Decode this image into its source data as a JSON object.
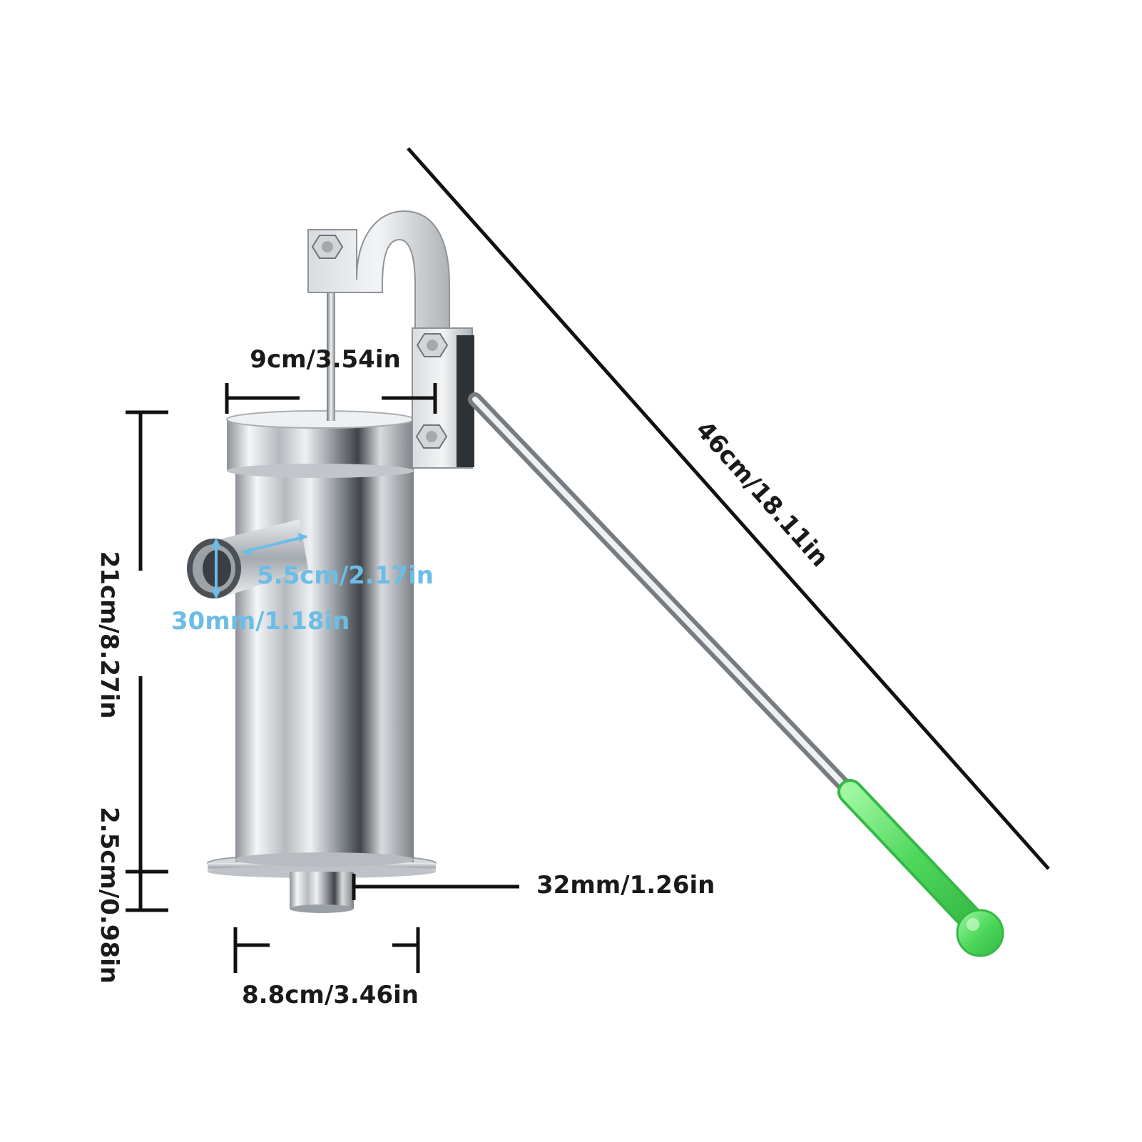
{
  "diagram": {
    "product": "hand water pump",
    "dimensions": {
      "top_width": "9cm/3.54in",
      "body_height": "21cm/8.27in",
      "flange_height": "2.5cm/0.98in",
      "base_width": "8.8cm/3.46in",
      "outlet_diameter": "32mm/1.26in",
      "handle_length": "46cm/18.11in",
      "spout_length": "5.5cm/2.17in",
      "spout_diameter": "30mm/1.18in"
    },
    "colors": {
      "dimension_text": "#1a1a1a",
      "spout_dimension_text": "#6cbde6",
      "handle_grip": "#5fe06a",
      "metal": "#c9cdd1"
    }
  }
}
